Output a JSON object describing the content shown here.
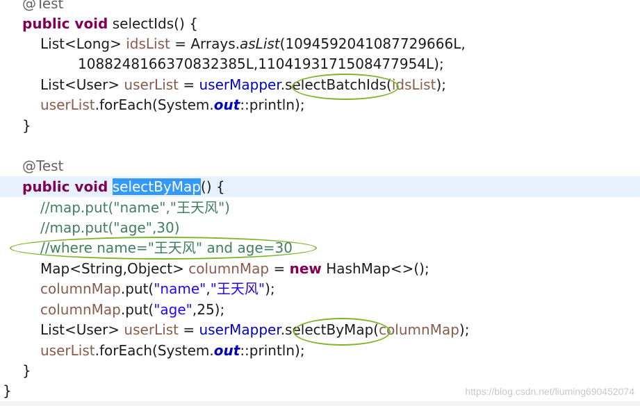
{
  "lines": [
    {
      "id": "l0",
      "parts": [
        {
          "t": "@Test",
          "c": "ann"
        }
      ]
    },
    {
      "id": "l1",
      "parts": [
        {
          "t": "public void",
          "c": "kw"
        },
        {
          "t": " selectIds() {",
          "c": ""
        }
      ]
    },
    {
      "id": "l2",
      "parts": [
        {
          "t": "List<Long> ",
          "c": ""
        },
        {
          "t": "idsList",
          "c": "field"
        },
        {
          "t": " = Arrays.",
          "c": ""
        },
        {
          "t": "asList",
          "c": "ital"
        },
        {
          "t": "(1094592041087729666L,",
          "c": ""
        }
      ]
    },
    {
      "id": "l3",
      "parts": [
        {
          "t": "1088248166370832385L,1104193171508477954L);",
          "c": ""
        }
      ]
    },
    {
      "id": "l4",
      "parts": [
        {
          "t": "List<User> ",
          "c": ""
        },
        {
          "t": "userList",
          "c": "field"
        },
        {
          "t": " = ",
          "c": ""
        },
        {
          "t": "userMapper",
          "c": "field2"
        },
        {
          "t": ".selectBatchIds(",
          "c": ""
        },
        {
          "t": "idsList",
          "c": "field"
        },
        {
          "t": ");",
          "c": ""
        }
      ]
    },
    {
      "id": "l5",
      "parts": [
        {
          "t": "userList",
          "c": "field"
        },
        {
          "t": ".forEach(System.",
          "c": ""
        },
        {
          "t": "out",
          "c": "static-field"
        },
        {
          "t": "::println);",
          "c": ""
        }
      ]
    },
    {
      "id": "l6",
      "parts": [
        {
          "t": "}",
          "c": ""
        }
      ]
    },
    {
      "id": "l7",
      "parts": []
    },
    {
      "id": "l8",
      "parts": [
        {
          "t": "@Test",
          "c": "ann"
        }
      ]
    },
    {
      "id": "l9",
      "parts": [
        {
          "t": "public void",
          "c": "kw"
        },
        {
          "t": " ",
          "c": ""
        },
        {
          "t": "selectByMap",
          "c": "sel"
        },
        {
          "t": "() {",
          "c": ""
        }
      ]
    },
    {
      "id": "l10",
      "parts": [
        {
          "t": "//map.put(\"name\",\"王天风\")",
          "c": "cmt"
        }
      ]
    },
    {
      "id": "l11",
      "parts": [
        {
          "t": "//map.put(\"age\",30)",
          "c": "cmt"
        }
      ]
    },
    {
      "id": "l12",
      "parts": [
        {
          "t": "//where name=\"王天风\" and age=30",
          "c": "cmt"
        }
      ]
    },
    {
      "id": "l13",
      "parts": [
        {
          "t": "Map<String,Object> ",
          "c": ""
        },
        {
          "t": "columnMap",
          "c": "field"
        },
        {
          "t": " = ",
          "c": ""
        },
        {
          "t": "new",
          "c": "kw"
        },
        {
          "t": " HashMap<>();",
          "c": ""
        }
      ]
    },
    {
      "id": "l14",
      "parts": [
        {
          "t": "columnMap",
          "c": "field"
        },
        {
          "t": ".put(",
          "c": ""
        },
        {
          "t": "\"name\"",
          "c": "str"
        },
        {
          "t": ",",
          "c": ""
        },
        {
          "t": "\"王天风\"",
          "c": "str"
        },
        {
          "t": ");",
          "c": ""
        }
      ]
    },
    {
      "id": "l15",
      "parts": [
        {
          "t": "columnMap",
          "c": "field"
        },
        {
          "t": ".put(",
          "c": ""
        },
        {
          "t": "\"age\"",
          "c": "str"
        },
        {
          "t": ",25);",
          "c": ""
        }
      ]
    },
    {
      "id": "l16",
      "parts": [
        {
          "t": "List<User> ",
          "c": ""
        },
        {
          "t": "userList",
          "c": "field"
        },
        {
          "t": " = ",
          "c": ""
        },
        {
          "t": "userMapper",
          "c": "field2"
        },
        {
          "t": ".selectByMap(",
          "c": ""
        },
        {
          "t": "columnMap",
          "c": "field"
        },
        {
          "t": ");",
          "c": ""
        }
      ]
    },
    {
      "id": "l17",
      "parts": [
        {
          "t": "userList",
          "c": "field"
        },
        {
          "t": ".forEach(System.",
          "c": ""
        },
        {
          "t": "out",
          "c": "static-field"
        },
        {
          "t": "::println);",
          "c": ""
        }
      ]
    },
    {
      "id": "l18",
      "parts": [
        {
          "t": "}",
          "c": ""
        }
      ]
    },
    {
      "id": "l19",
      "parts": [
        {
          "t": "}",
          "c": ""
        }
      ]
    }
  ],
  "watermark": "https://blog.csdn.net/liuming690452074",
  "colors": {
    "keyword": "#7f0055",
    "annotation": "#646464",
    "comment": "#3f7f5f",
    "string": "#2a00ff",
    "selection": "#3399ff",
    "current_line": "#e8f2fe",
    "highlight_oval": "#7cb52a"
  }
}
